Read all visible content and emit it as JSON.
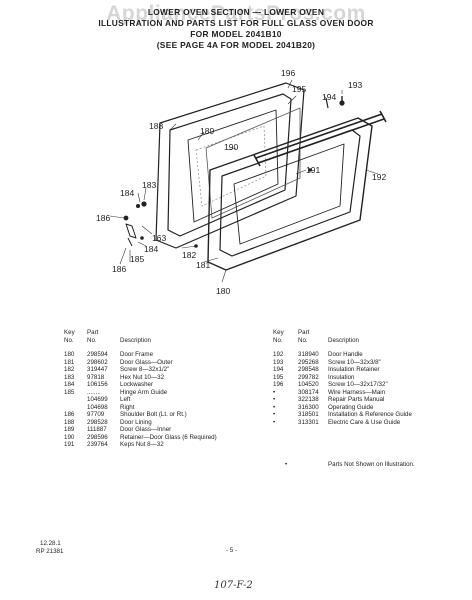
{
  "watermark": "AppliancePartsPros.com",
  "title": {
    "line1": "LOWER OVEN SECTION — LOWER OVEN",
    "line2": "ILLUSTRATION AND PARTS LIST FOR FULL GLASS OVEN DOOR",
    "line3": "FOR MODEL 2041B10",
    "line4": "(SEE PAGE 4A FOR MODEL 2041B20)"
  },
  "callouts": [
    "196",
    "195",
    "193",
    "194",
    "188",
    "189",
    "190",
    "191",
    "192",
    "183",
    "184",
    "186",
    "163",
    "184",
    "185",
    "186",
    "182",
    "181",
    "180"
  ],
  "headers": {
    "key1": "Key",
    "no1": "No.",
    "part1": "Part",
    "partno1": "No.",
    "desc1": "Description",
    "key2": "Key",
    "no2": "No.",
    "part2": "Part",
    "partno2": "No.",
    "desc2": "Description"
  },
  "left_parts": [
    {
      "key": "180",
      "part": "298594",
      "desc": "Door Frame"
    },
    {
      "key": "181",
      "part": "298602",
      "desc": "Door Glass—Outer"
    },
    {
      "key": "182",
      "part": "319447",
      "desc": "Screw 8—32x1/2\""
    },
    {
      "key": "183",
      "part": "97818",
      "desc": "Hex Nut 10—32"
    },
    {
      "key": "184",
      "part": "106156",
      "desc": "Lockwasher"
    },
    {
      "key": "185",
      "part": "........",
      "desc": "Hinge Arm Guide"
    },
    {
      "key": "",
      "part": "104699",
      "desc": "Left"
    },
    {
      "key": "",
      "part": "104698",
      "desc": "Right"
    },
    {
      "key": "186",
      "part": "97709",
      "desc": "Shoulder Bolt (Lt. or Rt.)"
    },
    {
      "key": "188",
      "part": "298528",
      "desc": "Door Lining"
    },
    {
      "key": "189",
      "part": "111887",
      "desc": "Door Glass—Inner"
    },
    {
      "key": "190",
      "part": "298596",
      "desc": "Retainer—Door Glass (6 Required)"
    },
    {
      "key": "191",
      "part": "239764",
      "desc": "Keps Nut 8—32"
    }
  ],
  "right_parts": [
    {
      "key": "192",
      "part": "318940",
      "desc": "Door Handle"
    },
    {
      "key": "193",
      "part": "295268",
      "desc": "Screw 10—32x3/8\""
    },
    {
      "key": "194",
      "part": "298548",
      "desc": "Insulation Retainer"
    },
    {
      "key": "195",
      "part": "299782",
      "desc": "Insulation"
    },
    {
      "key": "196",
      "part": "104520",
      "desc": "Screw 10—32x17/32\""
    },
    {
      "key": "•",
      "part": "308174",
      "desc": "Wire Harness—Main"
    },
    {
      "key": "•",
      "part": "322138",
      "desc": "Repair Parts Manual"
    },
    {
      "key": "•",
      "part": "316300",
      "desc": "Operating Guide"
    },
    {
      "key": "•",
      "part": "318501",
      "desc": "Installation & Reference Guide"
    },
    {
      "key": "•",
      "part": "313301",
      "desc": "Electric Care & Use Guide"
    }
  ],
  "note": {
    "bullet": "•",
    "text": "Parts Not Shown on Illustration."
  },
  "footer": {
    "date": "12.28.1",
    "code": "RP 21381",
    "page": "- 5 -",
    "handwritten": "107-F-2"
  }
}
